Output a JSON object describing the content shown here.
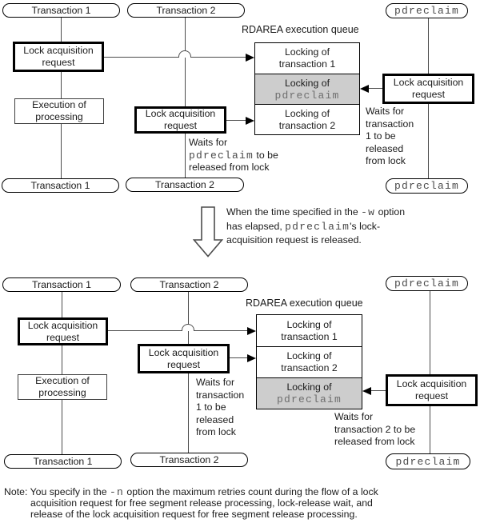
{
  "labels": {
    "transaction1": "Transaction 1",
    "transaction2": "Transaction 2",
    "pdreclaim": "pdreclaim",
    "lock_request": "Lock acquisition request",
    "execution": "Execution of processing",
    "queue_title": "RDAREA execution queue"
  },
  "top": {
    "queue_rows": [
      {
        "line1": "Locking of",
        "line2": "transaction 1"
      },
      {
        "line1": "Locking of",
        "line2": "pdreclaim"
      },
      {
        "line1": "Locking of",
        "line2": "transaction 2"
      }
    ],
    "waits_t2": {
      "l1": "Waits for",
      "l2_mono": "pdreclaim",
      "l2_rest": " to be",
      "l3": "released from lock"
    },
    "waits_pd": [
      "Waits for",
      "transaction",
      "1 to be",
      "released",
      "from lock"
    ]
  },
  "transition": {
    "l1_pre": "When the time specified in the ",
    "l1_mono": "-w",
    "l1_post": " option",
    "l2_pre": "has elapsed, ",
    "l2_mono": "pdreclaim",
    "l2_post": "'s lock-",
    "l3": "acquisition request is released."
  },
  "bottom": {
    "queue_rows": [
      {
        "line1": "Locking of",
        "line2": "transaction 1"
      },
      {
        "line1": "Locking of",
        "line2": "transaction 2"
      },
      {
        "line1": "Locking of",
        "line2": "pdreclaim"
      }
    ],
    "waits_t2": [
      "Waits for",
      "transaction",
      "1 to be",
      "released",
      "from lock"
    ],
    "waits_pd": [
      "Waits for",
      "transaction 2 to be",
      "released from lock"
    ]
  },
  "note": {
    "label": "Note:",
    "l1_pre": " You specify in the ",
    "l1_mono": "-n",
    "l1_post": " option the maximum retries count during the flow of a lock",
    "l2": "acquisition request for free segment release processing, lock-release wait, and",
    "l3": "release of the lock acquisition request for free segment release processing."
  }
}
